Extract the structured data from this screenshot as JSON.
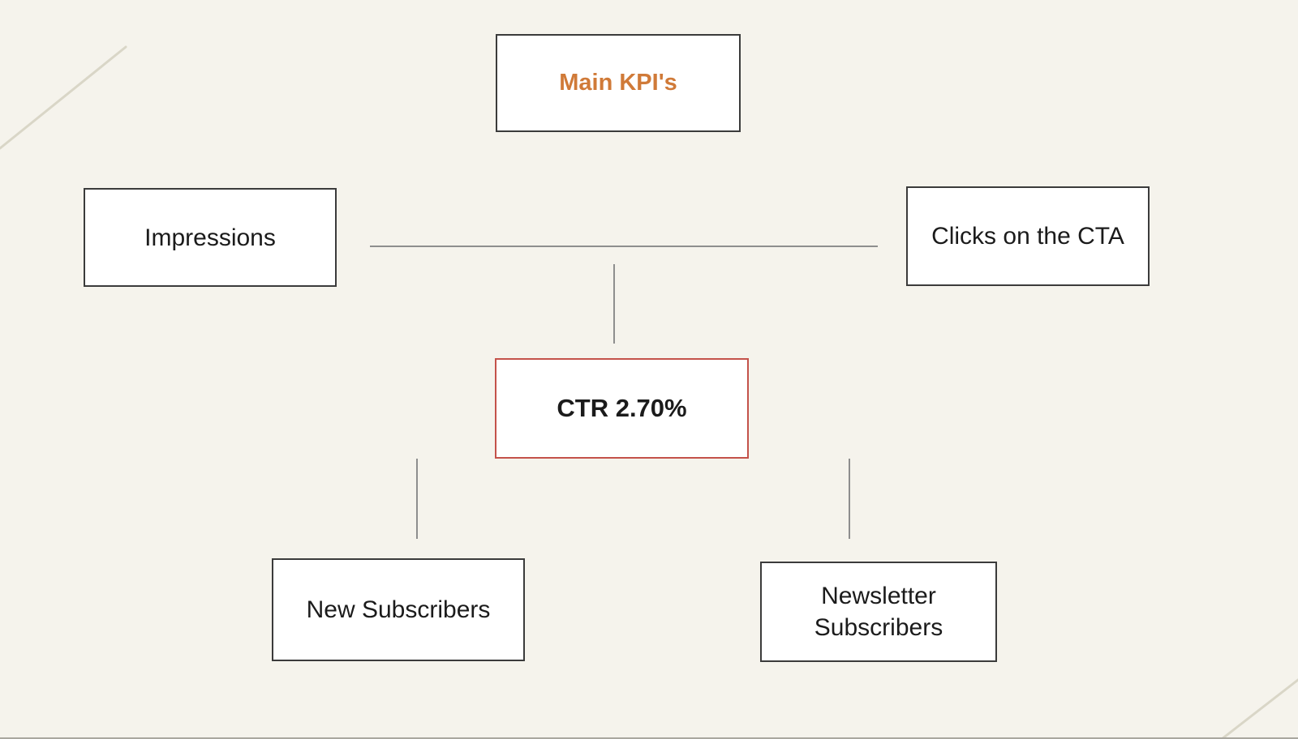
{
  "diagram": {
    "nodes": {
      "main_kpis": {
        "label": "Main KPI's"
      },
      "impressions": {
        "label": "Impressions"
      },
      "clicks_cta": {
        "label": "Clicks on the CTA"
      },
      "ctr": {
        "label": "CTR 2.70%"
      },
      "new_subscribers": {
        "label": "New Subscribers"
      },
      "newsletter_subscribers": {
        "label": "Newsletter Subscribers"
      }
    },
    "edges": [
      {
        "from": "impressions",
        "to": "clicks_cta"
      },
      {
        "from": "impressions_clicks_line",
        "to": "ctr"
      },
      {
        "from": "ctr",
        "to": "new_subscribers"
      },
      {
        "from": "ctr",
        "to": "newsletter_subscribers"
      }
    ],
    "colors": {
      "background": "#F5F3EC",
      "node_fill": "#FFFFFF",
      "node_border_dark": "#3B3B3B",
      "highlight_red_border": "#C4524A",
      "accent_orange_text": "#D07A38",
      "text_black": "#1B1B1B",
      "connector_gray": "#8E8E8E",
      "decor_line": "#D9D6C7"
    }
  }
}
